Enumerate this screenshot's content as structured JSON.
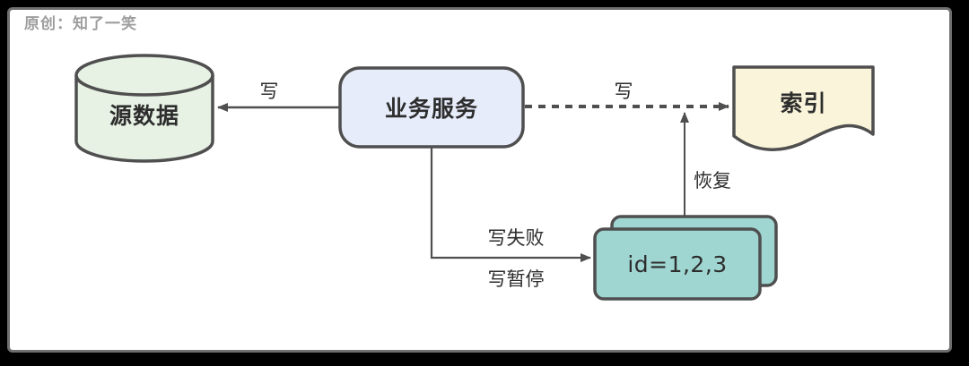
{
  "watermark": "原创：知了一笑",
  "colors": {
    "frame": "#000000",
    "canvas": "#ffffff",
    "canvas_border": "#6e6e6e",
    "stroke": "#4f4f4f",
    "text": "#2d2d2d",
    "watermark_text": "#9e9e9e",
    "source_fill": "#e7f2e4",
    "service_fill": "#e7ecfa",
    "index_fill": "#faf4da",
    "queue_fill": "#9fd6d2"
  },
  "nodes": {
    "source": {
      "label": "源数据",
      "shape": "cylinder"
    },
    "service": {
      "label": "业务服务",
      "shape": "rounded-rect"
    },
    "index": {
      "label": "索引",
      "shape": "document"
    },
    "queue": {
      "label": "id=1,2,3",
      "shape": "stacked-cards"
    }
  },
  "edges": {
    "service_to_source": {
      "label": "写",
      "style": "solid",
      "from": "service",
      "to": "source"
    },
    "service_to_index": {
      "label": "写",
      "style": "dashed",
      "from": "service",
      "to": "index"
    },
    "queue_to_index": {
      "label": "恢复",
      "style": "solid",
      "from": "queue",
      "to": "index"
    },
    "service_to_queue": {
      "label_top": "写失败",
      "label_bottom": "写暂停",
      "style": "solid",
      "from": "service",
      "to": "queue"
    }
  }
}
